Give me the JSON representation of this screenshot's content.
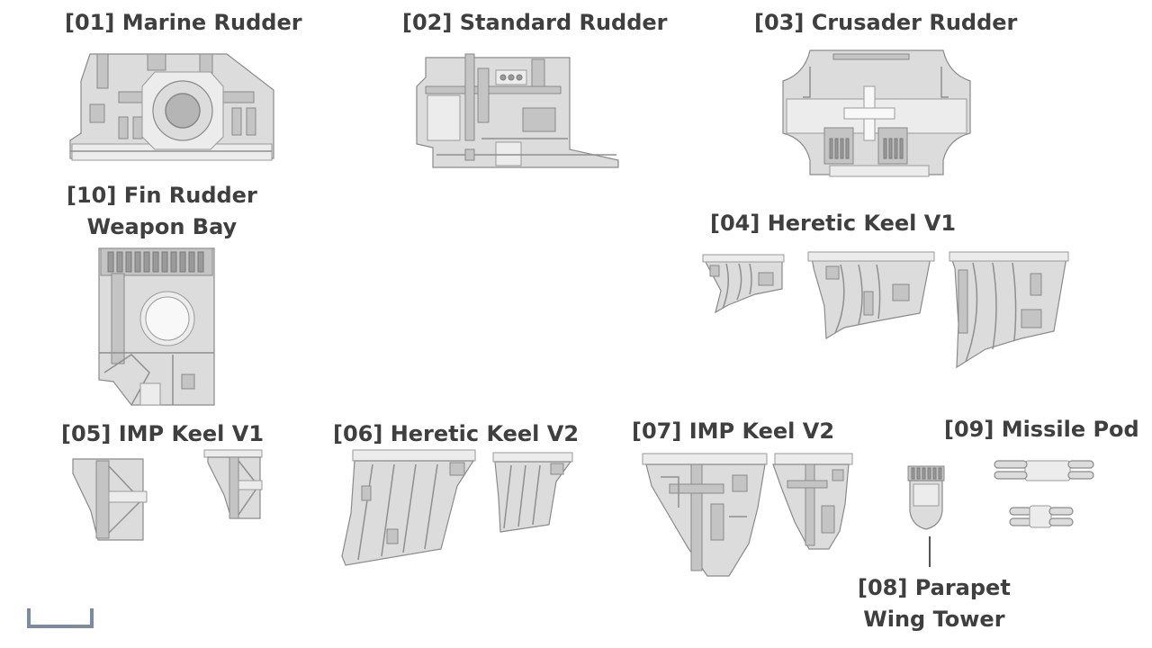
{
  "labels": {
    "p01": "[01] Marine Rudder",
    "p02": "[02] Standard Rudder",
    "p03": "[03] Crusader Rudder",
    "p10_line1": "[10] Fin Rudder",
    "p10_line2": "Weapon Bay",
    "p04": "[04] Heretic Keel V1",
    "p05": "[05] IMP Keel V1",
    "p06": "[06] Heretic Keel V2",
    "p07": "[07] IMP Keel V2",
    "p09": "[09] Missile Pod",
    "p08_line1": "[08] Parapet",
    "p08_line2": "Wing Tower"
  }
}
